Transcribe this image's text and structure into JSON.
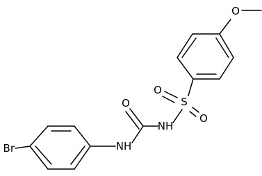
{
  "structure": {
    "atoms": [
      {
        "id": "br",
        "label": "Br"
      },
      {
        "id": "nh1",
        "label": "NH"
      },
      {
        "id": "o1",
        "label": "O"
      },
      {
        "id": "nh2",
        "label": "NH"
      },
      {
        "id": "s",
        "label": "S"
      },
      {
        "id": "o2",
        "label": "O"
      },
      {
        "id": "o3",
        "label": "O"
      },
      {
        "id": "o4",
        "label": "O"
      }
    ]
  }
}
